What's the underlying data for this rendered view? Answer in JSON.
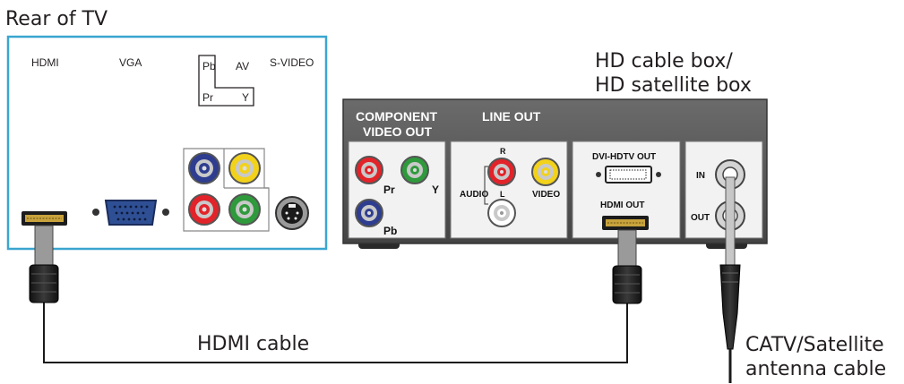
{
  "labels": {
    "rear_of_tv": "Rear of TV",
    "hd_box_line1": "HD cable box/",
    "hd_box_line2": "HD satellite box",
    "hdmi_cable": "HDMI cable",
    "catv_line1": "CATV/Satellite",
    "catv_line2": "antenna cable"
  },
  "tv_panel": {
    "hdmi": "HDMI",
    "vga": "VGA",
    "pb": "Pb",
    "av": "AV",
    "pr": "Pr",
    "y": "Y",
    "svideo": "S-VIDEO"
  },
  "box_panel": {
    "component_line1": "COMPONENT",
    "component_line2": "VIDEO OUT",
    "line_out": "LINE OUT",
    "pr": "Pr",
    "y": "Y",
    "pb": "Pb",
    "r": "R",
    "l": "L",
    "audio": "AUDIO",
    "video": "VIDEO",
    "dvi_out": "DVI-HDTV OUT",
    "hdmi_out": "HDMI OUT",
    "in": "IN",
    "out": "OUT"
  },
  "colors": {
    "tv_border": "#3aa6cf",
    "box_body": "#5a5a5a",
    "box_panel": "#f2f2f2",
    "cable": "#1a1a1a",
    "jack_red": "#e2232a",
    "jack_green": "#2f9a3c",
    "jack_blue": "#2e3d8f",
    "jack_yellow": "#f2d21b",
    "jack_white": "#ffffff"
  }
}
